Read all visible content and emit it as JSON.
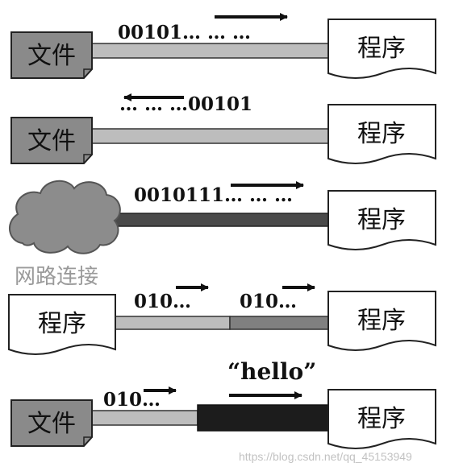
{
  "labels": {
    "file": "文件",
    "program": "程序",
    "network": "网路连接"
  },
  "streams": {
    "row1": "00101… … …",
    "row2": "… … …00101",
    "row3": "0010111… … …",
    "row4_left": "010…",
    "row4_right": "010…",
    "row5_left": "010…",
    "row5_right": "“hello”"
  },
  "watermark": "https://blog.csdn.net/qq_45153949",
  "colors": {
    "box_fill": "#8a8a8a",
    "paper_fill": "#ffffff",
    "pipe_light": "#bdbdbd",
    "pipe_mid": "#808080",
    "pipe_dark": "#4a4a4a",
    "pipe_black": "#1c1c1c",
    "cloud_fill": "#8c8c8c"
  }
}
